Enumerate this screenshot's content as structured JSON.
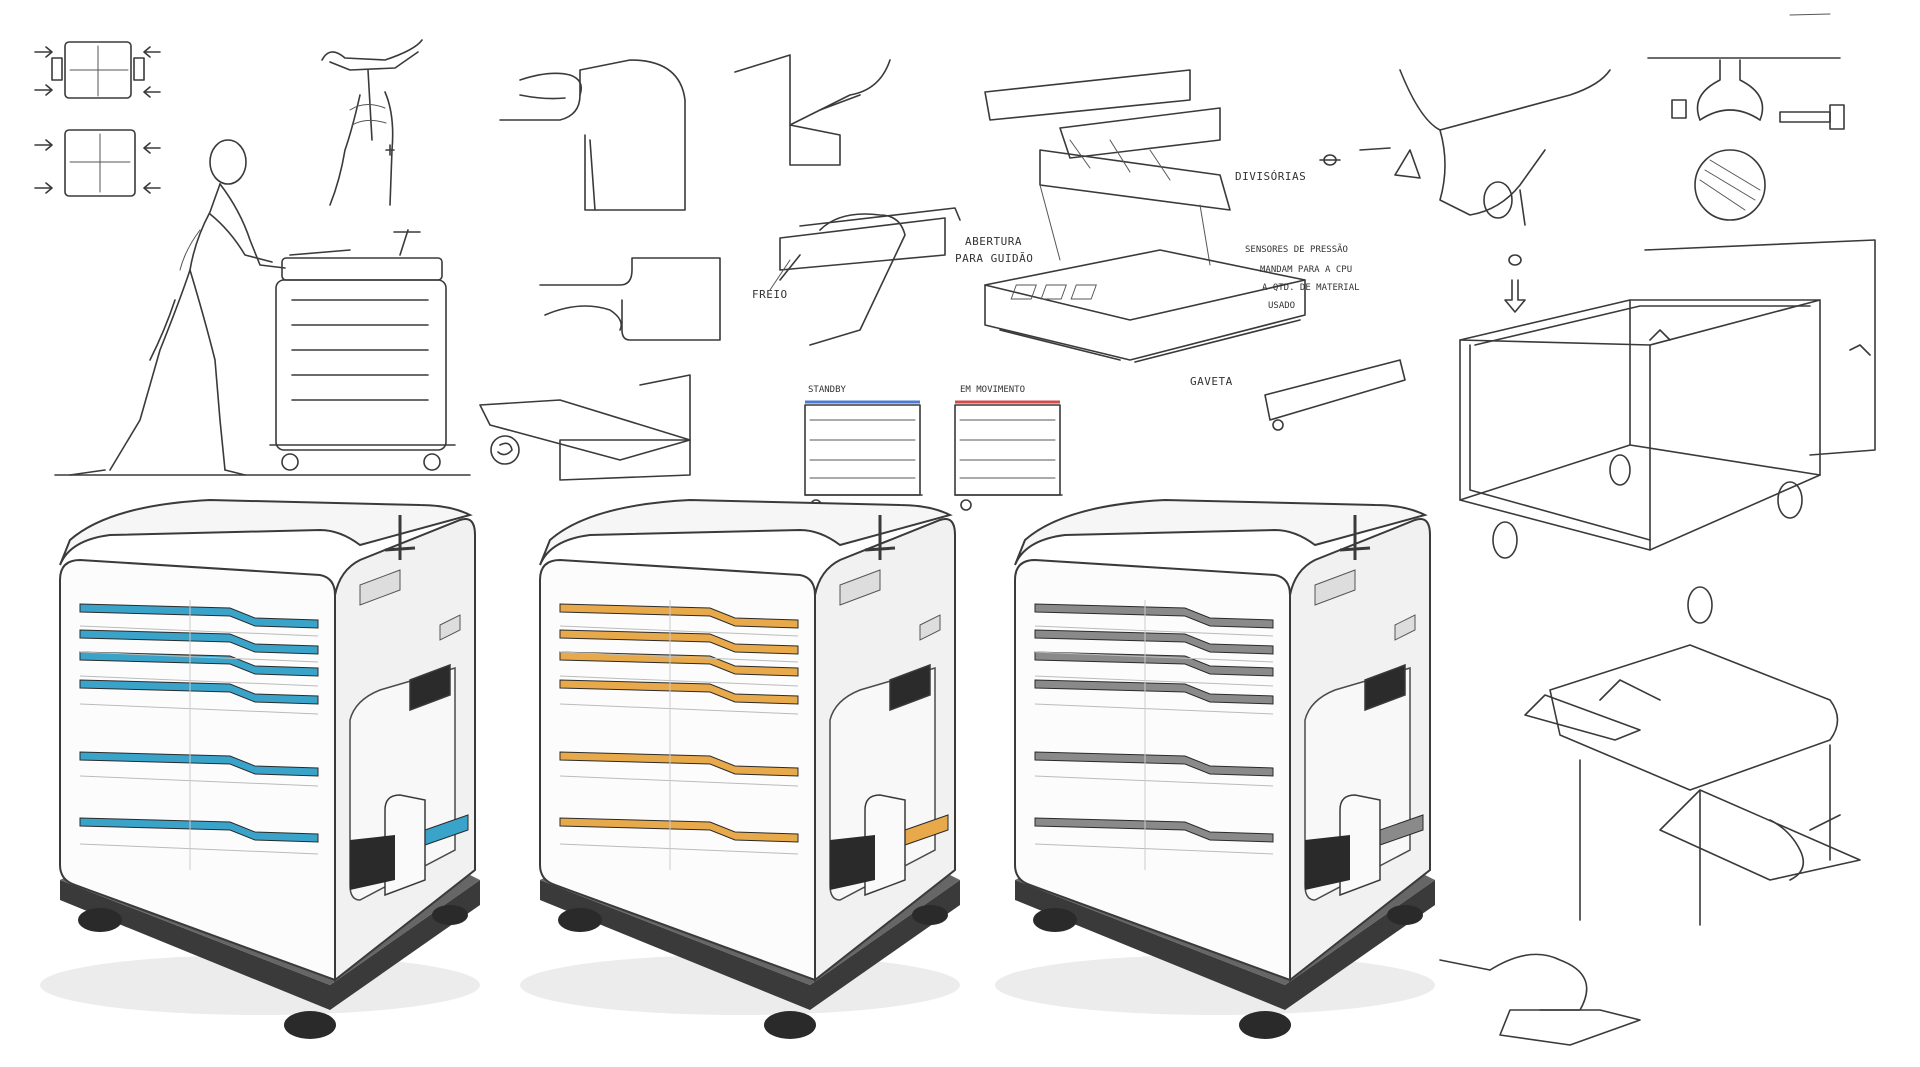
{
  "labels": {
    "divisorias": "DIVISÓRIAS",
    "abertura": "ABERTURA",
    "para_guidao": "PARA GUIDÃO",
    "freio": "FREIO",
    "sensores": "SENSORES DE PRESSÃO",
    "mandam_1": "MANDAM PARA A CPU",
    "mandam_2": "A QTD. DE MATERIAL",
    "mandam_3": "USADO",
    "gaveta": "GAVETA",
    "standby": "STANDBY",
    "em_movimento": "EM MOVIMENTO"
  },
  "colors": {
    "cart_blue": "#3aa3c9",
    "cart_orange": "#e8a94a",
    "cart_gray": "#8a8a8a",
    "status_blue": "#4a7bd6",
    "status_red": "#d64a4a",
    "pencil": "#3a3a3a"
  },
  "carts": [
    {
      "variant": "blue",
      "accent": "#3aa3c9"
    },
    {
      "variant": "orange",
      "accent": "#e8a94a"
    },
    {
      "variant": "gray",
      "accent": "#8a8a8a"
    }
  ]
}
